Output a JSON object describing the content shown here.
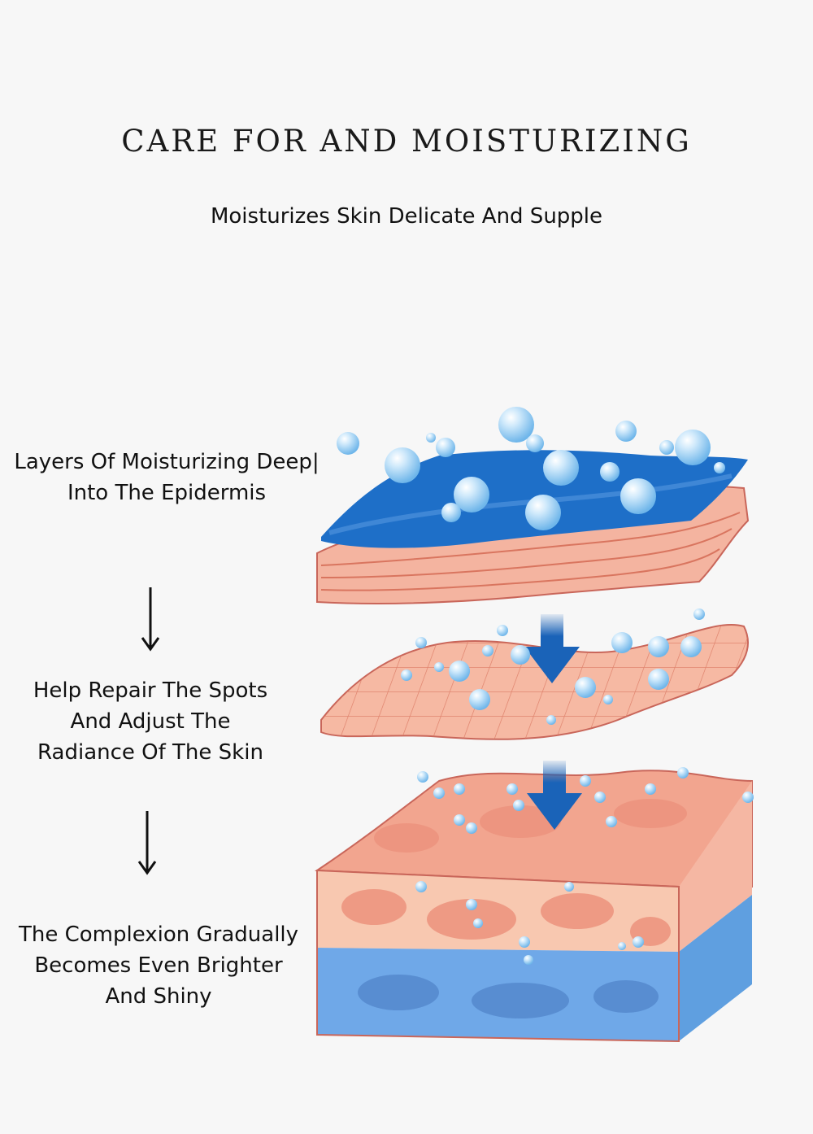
{
  "header": {
    "title": "CARE FOR AND MOISTURIZING",
    "subtitle": "Moisturizes Skin Delicate And Supple"
  },
  "steps": [
    {
      "lines": [
        "Layers Of Moisturizing Deep|",
        "Into The Epidermis"
      ]
    },
    {
      "lines": [
        "Help Repair The Spots",
        "And Adjust The",
        "Radiance Of The Skin"
      ]
    },
    {
      "lines": [
        "The Complexion Gradually",
        "Becomes Even Brighter",
        "And Shiny"
      ]
    }
  ],
  "colors": {
    "background": "#f7f7f7",
    "moisture_blue": "#1e6fc8",
    "skin_pink": "#f2a58f",
    "skin_light": "#f8c8b0",
    "deep_blue": "#5f9fe0",
    "arrow_blue": "#1a63b8"
  },
  "icons": [
    "down-arrow-icon",
    "water-bubble-icon"
  ]
}
